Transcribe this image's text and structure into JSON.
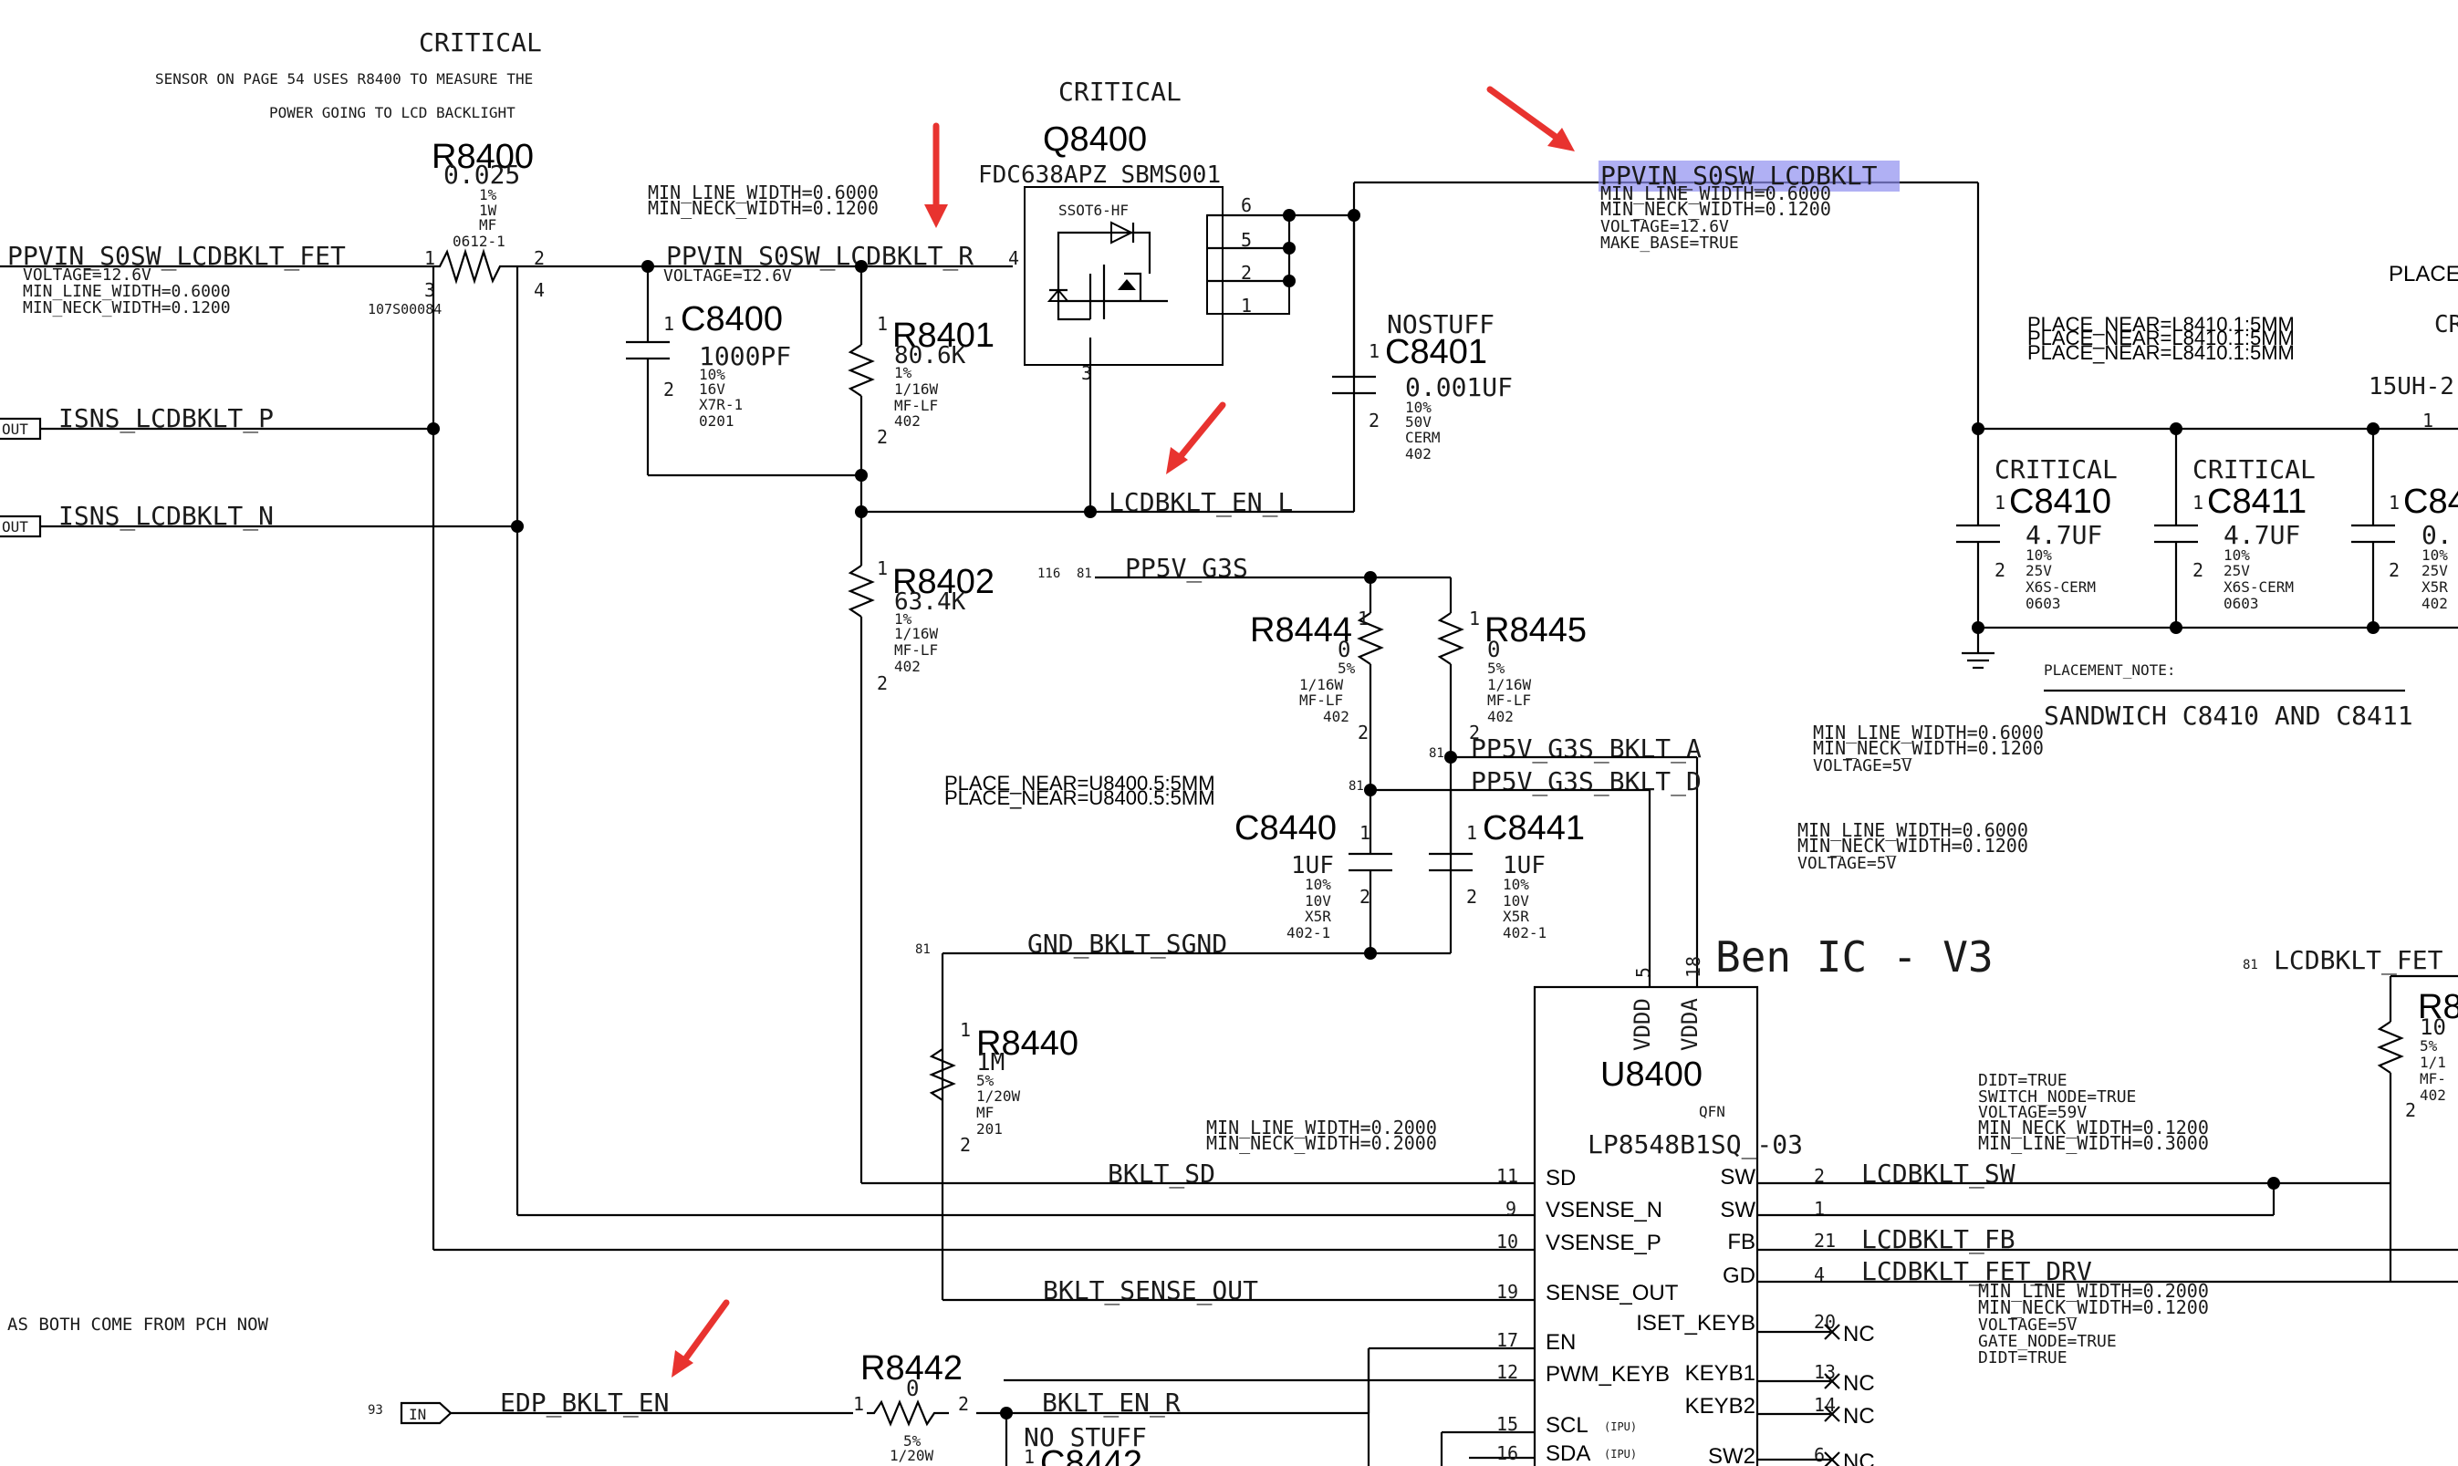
{
  "notes": {
    "critical_top": "CRITICAL",
    "sensor_line1": "SENSOR ON PAGE 54 USES R8400 TO MEASURE THE",
    "sensor_line2": "POWER GOING TO LCD BACKLIGHT",
    "pch_note": "AS BOTH COME FROM PCH NOW",
    "critical_q": "CRITICAL",
    "placement_note": "PLACEMENT_NOTE:",
    "sandwich": "SANDWICH C8410 AND C8411",
    "place_near_u1": "PLACE_NEAR=U8400.5:5MM",
    "place_near_u2": "PLACE_NEAR=U8400.5:5MM",
    "place_near_l1": "PLACE_NEAR=L8410.1:5MM",
    "place_near_l2": "PLACE_NEAR=L8410.1:5MM",
    "place_near_l3": "PLACE_NEAR=L8410.1:5MM",
    "place_right": "PLACE",
    "ben_ic": "Ben IC - V3"
  },
  "nets": {
    "fet_in": "PPVIN_S0SW_LCDBKLT_FET",
    "fet_in_v": "VOLTAGE=12.6V",
    "fet_in_mlw": "MIN_LINE_WIDTH=0.6000",
    "fet_in_mnw": "MIN_NECK_WIDTH=0.1200",
    "r_net": "PPVIN_S0SW_LCDBKLT_R",
    "r_net_v": "VOLTAGE=12.6V",
    "r_net_mlw": "MIN_LINE_WIDTH=0.6000",
    "r_net_mnw": "MIN_NECK_WIDTH=0.1200",
    "main": "PPVIN_S0SW_LCDBKLT",
    "main_mlw": "MIN_LINE_WIDTH=0.6000",
    "main_mnw": "MIN_NECK_WIDTH=0.1200",
    "main_v": "VOLTAGE=12.6V",
    "main_mb": "MAKE_BASE=TRUE",
    "isns_p": "ISNS_LCDBKLT_P",
    "isns_n": "ISNS_LCDBKLT_N",
    "en_l": "LCDBKLT_EN_L",
    "pp5v": "PP5V_G3S",
    "pp5v_a": "PP5V_G3S_BKLT_A",
    "pp5v_d": "PP5V_G3S_BKLT_D",
    "sgnd": "GND_BKLT_SGND",
    "sd": "BKLT_SD",
    "sense_out": "BKLT_SENSE_OUT",
    "edp": "EDP_BKLT_EN",
    "en_r": "BKLT_EN_R",
    "sw": "LCDBKLT_SW",
    "fb": "LCDBKLT_FB",
    "fet_drv": "LCDBKLT_FET_DRV",
    "fet_right": "LCDBKLT_FET",
    "mid_mlw": "MIN_LINE_WIDTH=0.6000",
    "mid_mnw": "MIN_NECK_WIDTH=0.1200",
    "mid_v": "VOLTAGE=5V",
    "mid2_mlw": "MIN_LINE_WIDTH=0.6000",
    "mid2_mnw": "MIN_NECK_WIDTH=0.1200",
    "mid2_v": "VOLTAGE=5V",
    "sd_mlw": "MIN_LINE_WIDTH=0.2000",
    "sd_mnw": "MIN_NECK_WIDTH=0.2000",
    "sw_didt": "DIDT=TRUE",
    "sw_switch": "SWITCH_NODE=TRUE",
    "sw_v": "VOLTAGE=59V",
    "sw_mnw": "MIN_NECK_WIDTH=0.1200",
    "sw_mlw": "MIN_LINE_WIDTH=0.3000",
    "drv_mlw": "MIN_LINE_WIDTH=0.2000",
    "drv_mnw": "MIN_NECK_WIDTH=0.1200",
    "drv_v": "VOLTAGE=5V",
    "drv_gate": "GATE_NODE=TRUE",
    "drv_didt": "DIDT=TRUE"
  },
  "ports": {
    "out1": "OUT",
    "out2": "OUT",
    "in1": "IN",
    "in_ref": "93",
    "pp5v_ref1": "116",
    "pp5v_ref2": "81",
    "a_ref": "81",
    "d_ref": "81",
    "sgnd_ref": "81",
    "fet_ref": "81"
  },
  "parts": {
    "r8400": {
      "ref": "R8400",
      "val": "0.025",
      "p1": "1%",
      "p2": "1W",
      "p3": "MF",
      "p4": "0612-1",
      "pn": "107S00084"
    },
    "q8400": {
      "ref": "Q8400",
      "pn": "FDC638APZ_SBMS001",
      "pkg": "SSOT6-HF"
    },
    "c8400": {
      "ref": "C8400",
      "val": "1000PF",
      "p1": "10%",
      "p2": "16V",
      "p3": "X7R-1",
      "p4": "0201"
    },
    "r8401": {
      "ref": "R8401",
      "val": "80.6K",
      "p1": "1%",
      "p2": "1/16W",
      "p3": "MF-LF",
      "p4": "402"
    },
    "c8401": {
      "ref": "C8401",
      "stuff": "NOSTUFF",
      "val": "0.001UF",
      "p1": "10%",
      "p2": "50V",
      "p3": "CERM",
      "p4": "402"
    },
    "r8402": {
      "ref": "R8402",
      "val": "63.4K",
      "p1": "1%",
      "p2": "1/16W",
      "p3": "MF-LF",
      "p4": "402"
    },
    "r8444": {
      "ref": "R8444",
      "val": "0",
      "p1": "5%",
      "p2": "1/16W",
      "p3": "MF-LF",
      "p4": "402"
    },
    "r8445": {
      "ref": "R8445",
      "val": "0",
      "p1": "5%",
      "p2": "1/16W",
      "p3": "MF-LF",
      "p4": "402"
    },
    "c8440": {
      "ref": "C8440",
      "val": "1UF",
      "p1": "10%",
      "p2": "10V",
      "p3": "X5R",
      "p4": "402-1"
    },
    "c8441": {
      "ref": "C8441",
      "val": "1UF",
      "p1": "10%",
      "p2": "10V",
      "p3": "X5R",
      "p4": "402-1"
    },
    "r8440": {
      "ref": "R8440",
      "val": "1M",
      "p1": "5%",
      "p2": "1/20W",
      "p3": "MF",
      "p4": "201"
    },
    "r8442": {
      "ref": "R8442",
      "val": "0",
      "p1": "5%",
      "p2": "1/20W"
    },
    "c8442": {
      "ref": "C8442",
      "stuff": "NO STUFF"
    },
    "c8410": {
      "ref": "C8410",
      "crit": "CRITICAL",
      "val": "4.7UF",
      "p1": "10%",
      "p2": "25V",
      "p3": "X6S-CERM",
      "p4": "0603"
    },
    "c8411": {
      "ref": "C8411",
      "crit": "CRITICAL",
      "val": "4.7UF",
      "p1": "10%",
      "p2": "25V",
      "p3": "X6S-CERM",
      "p4": "0603"
    },
    "c84r": {
      "ref": "C84",
      "val": "0.",
      "p1": "10%",
      "p2": "25V",
      "p3": "X5R",
      "p4": "402"
    },
    "l_right": {
      "val": "15UH-2",
      "crit": "CR"
    },
    "r_right": {
      "ref": "R8",
      "val": "10",
      "p1": "5%",
      "p2": "1/1",
      "p3": "MF-",
      "p4": "402"
    },
    "u8400": {
      "ref": "U8400",
      "pkg": "QFN",
      "pn": "LP8548B1SQ_-03"
    }
  },
  "pins": {
    "sd": "SD",
    "vsense_n": "VSENSE_N",
    "vsense_p": "VSENSE_P",
    "sense_out": "SENSE_OUT",
    "en": "EN",
    "pwm": "PWM_KEYB",
    "scl": "SCL",
    "sda": "SDA",
    "vddd": "VDDD",
    "vdda": "VDDA",
    "sw1": "SW",
    "sw2": "SW",
    "fb": "FB",
    "gd": "GD",
    "iset": "ISET_KEYB",
    "keyb1": "KEYB1",
    "keyb2": "KEYB2",
    "sw2b": "SW2",
    "nc": "NC",
    "ipu": "(IPU)"
  }
}
